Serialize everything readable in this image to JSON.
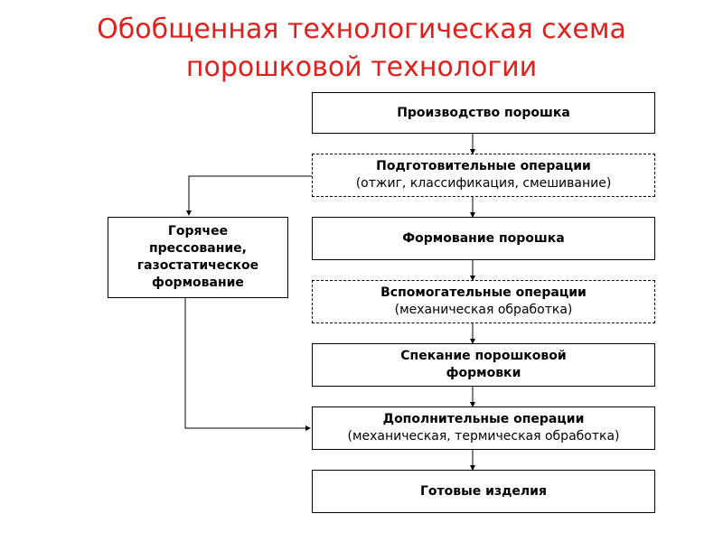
{
  "title": {
    "line1": "Обобщенная технологическая схема",
    "line2": "порошковой технологии"
  },
  "steps": [
    {
      "main": "Производство порошка",
      "sub": ""
    },
    {
      "main": "Подготовительные операции",
      "sub": "(отжиг, классификация, смешивание)"
    },
    {
      "main": "Формование порошка",
      "sub": ""
    },
    {
      "main": "Вспомогательные операции",
      "sub": "(механическая обработка)"
    },
    {
      "main": "Спекание порошковой формовки",
      "sub": ""
    },
    {
      "main": "Дополнительные операции",
      "sub": "(механическая, термическая обработка)"
    },
    {
      "main": "Готовые изделия",
      "sub": ""
    }
  ],
  "side_step": {
    "main": "Горячее прессование, газостатическое формование"
  },
  "colors": {
    "title": "#e0201c",
    "line": "#000000"
  }
}
